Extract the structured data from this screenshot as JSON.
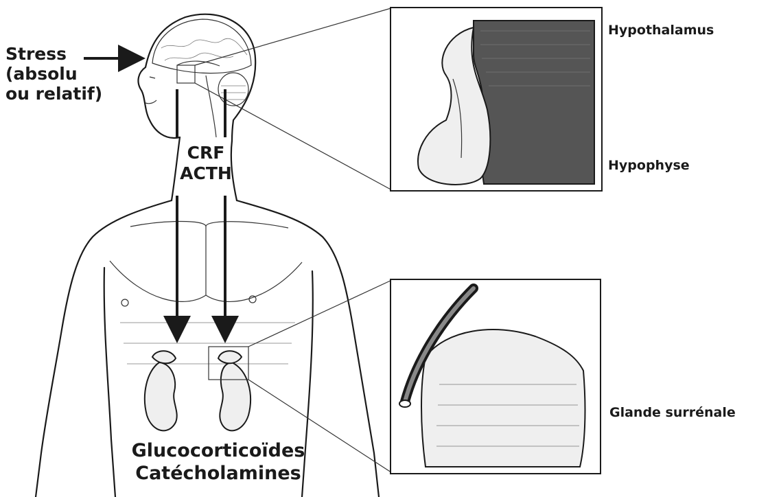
{
  "labels": {
    "stress_line1": "Stress",
    "stress_line2": "(absolu",
    "stress_line3": "ou relatif)",
    "crf": "CRF",
    "acth": "ACTH",
    "glucocorticoides": "Glucocorticoïdes",
    "catecholamines": "Catécholamines",
    "hypothalamus": "Hypothalamus",
    "hypophyse": "Hypophyse",
    "glande_surrenale": "Glande surrénale"
  }
}
